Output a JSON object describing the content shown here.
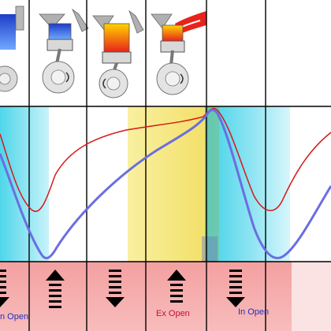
{
  "labels": {
    "intake_open_left": "n Open",
    "exhaust_open": "Ex Open",
    "intake_open": "In Open"
  },
  "panels": [
    {
      "icon": "engine-intake-icon"
    },
    {
      "icon": "engine-compression-icon"
    },
    {
      "icon": "engine-combustion-icon"
    },
    {
      "icon": "engine-exhaust-icon"
    }
  ],
  "arrows": [
    {
      "icon": "arrow-down-icon"
    },
    {
      "icon": "arrow-up-icon"
    },
    {
      "icon": "arrow-down-icon"
    },
    {
      "icon": "arrow-up-icon"
    },
    {
      "icon": "arrow-down-icon"
    }
  ],
  "colors": {
    "band_pink": "#f6a8a8",
    "band_cyan": "#66dcee",
    "band_yellow": "#f7ec8a",
    "curve_red": "#d81818",
    "curve_blue": "#6c6ee0",
    "label_blue": "#1f2fbf",
    "label_red": "#c8102e"
  }
}
